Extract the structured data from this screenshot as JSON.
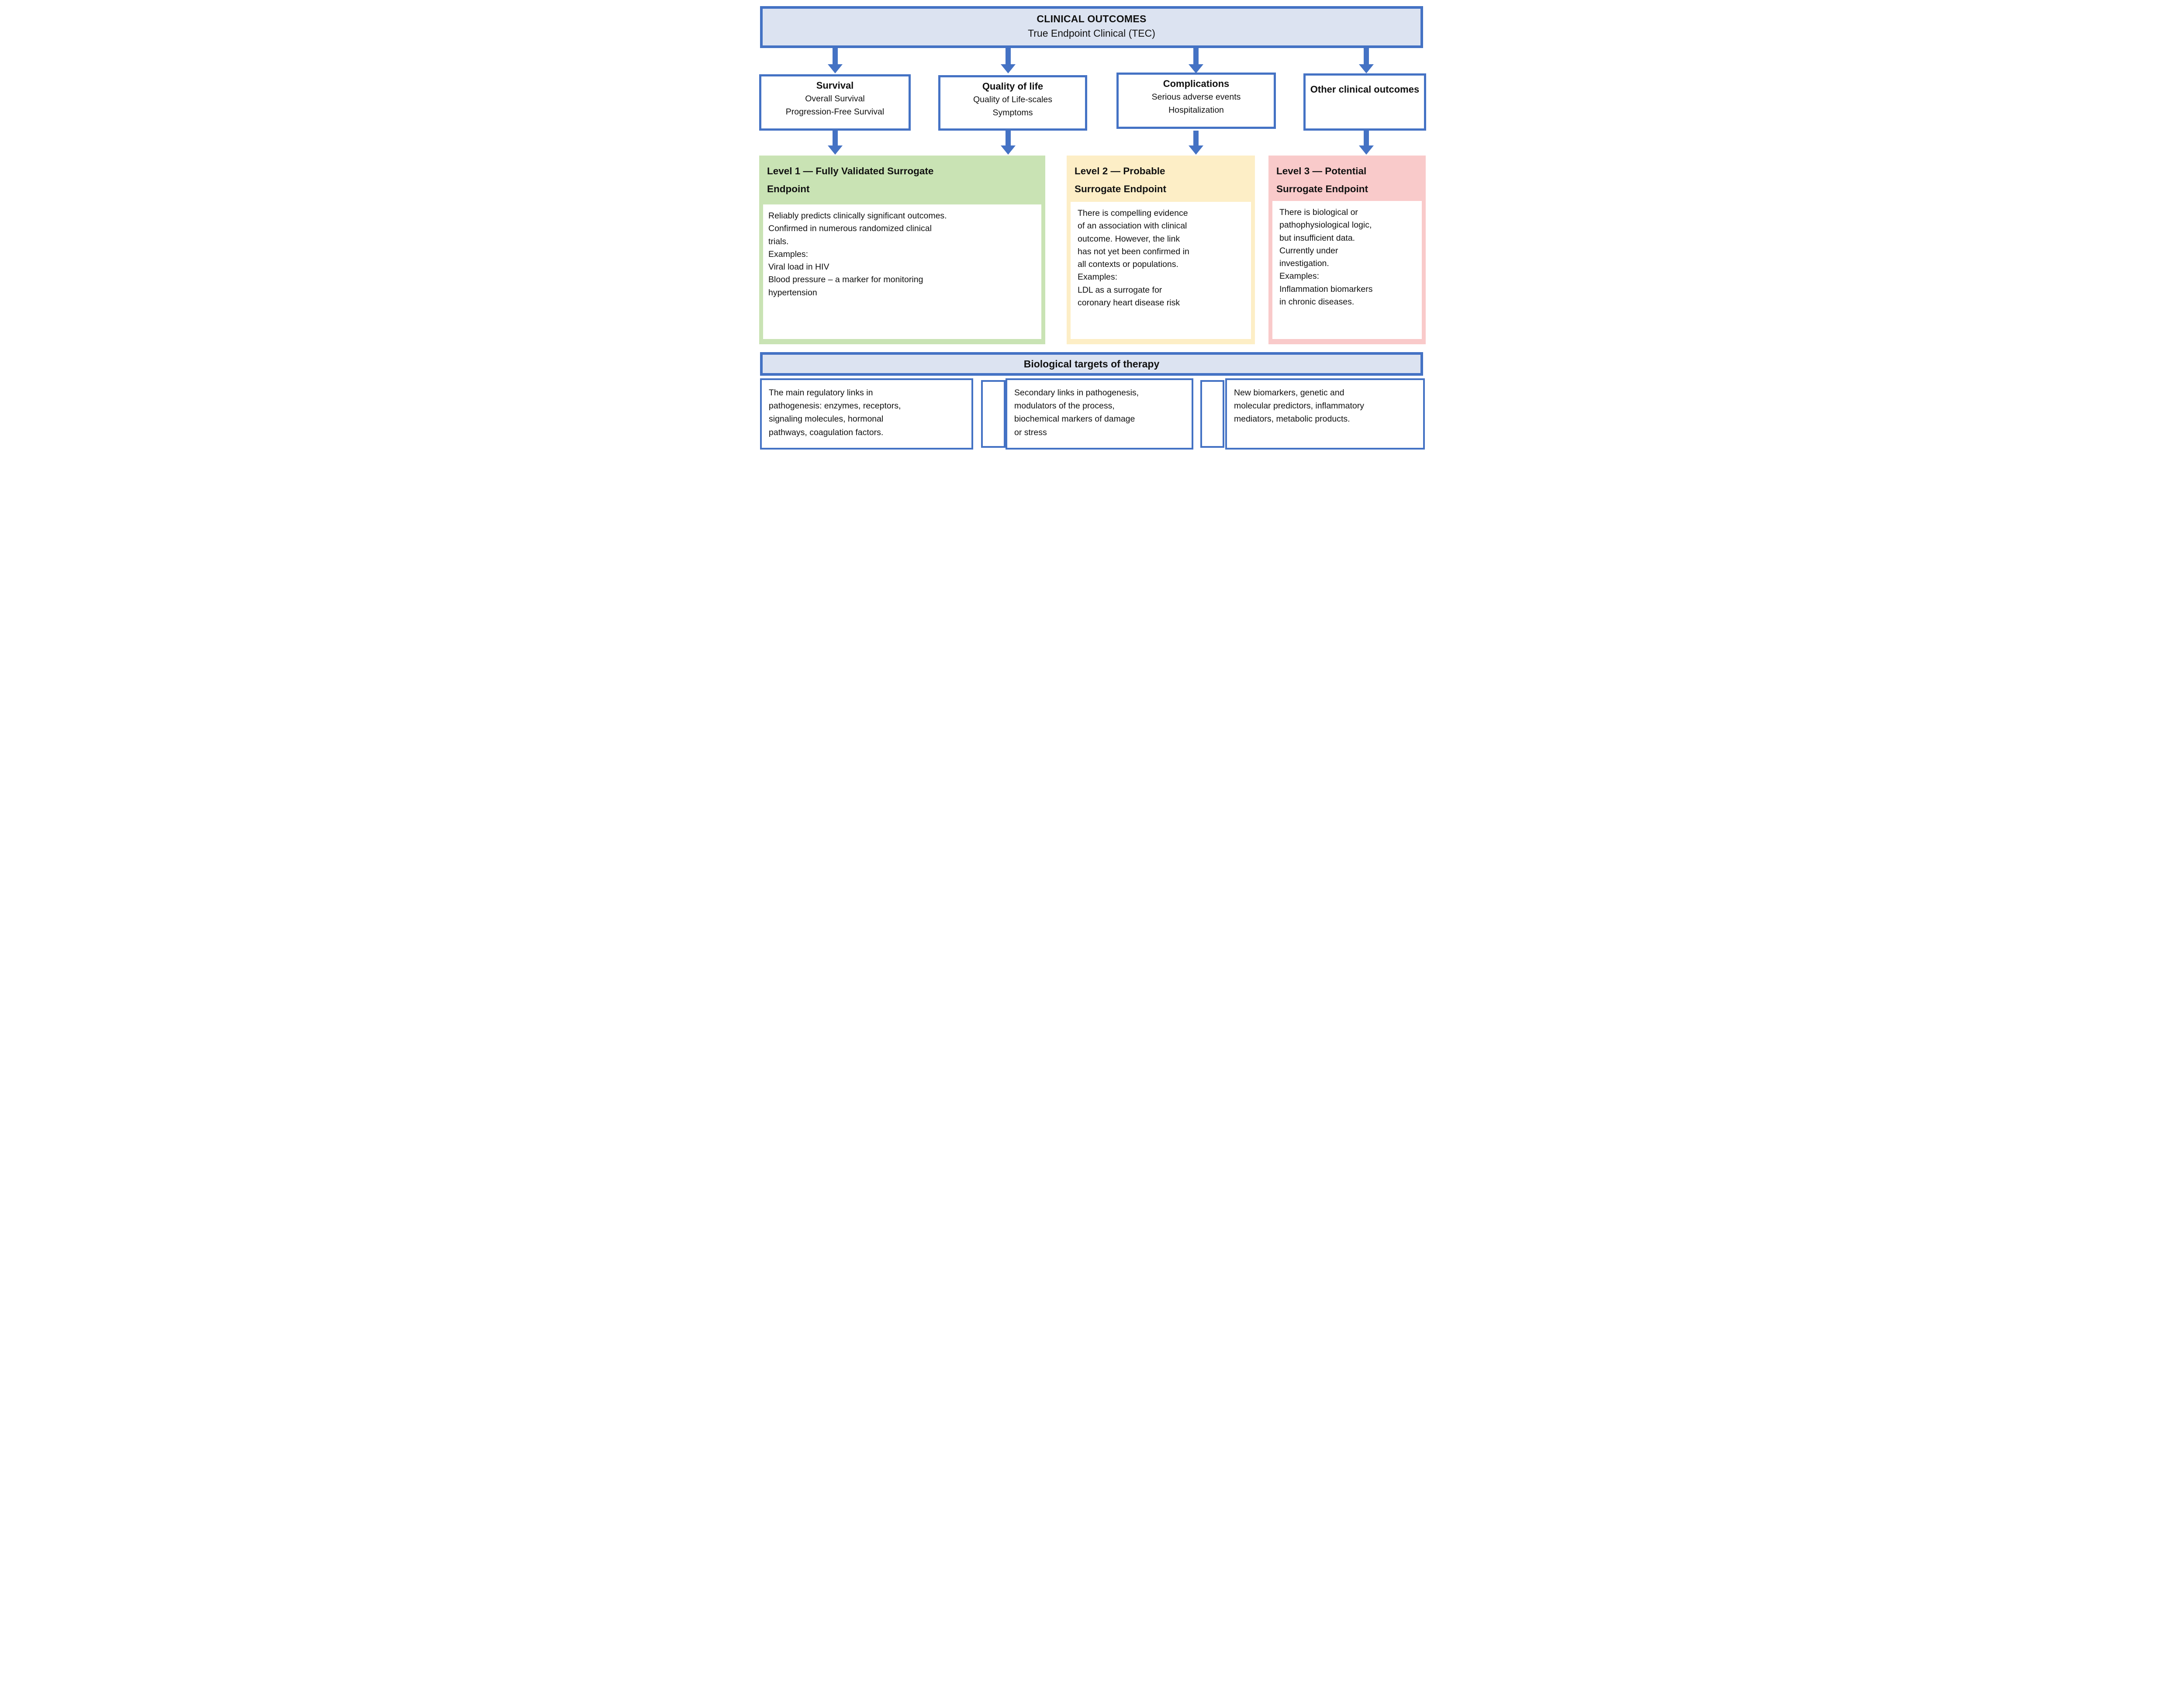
{
  "palette": {
    "border_blue": "#4472c4",
    "arrow_blue": "#4472c4",
    "banner_fill": "#dce3f1",
    "level1_green": "#c9e3b4",
    "level2_yellow": "#fdeec6",
    "level3_pink": "#f9caca",
    "box_fill": "#ffffff",
    "text": "#111111"
  },
  "top_banner": {
    "title": "CLINICAL OUTCOMES",
    "subtitle": "True Endpoint Clinical (TEC)"
  },
  "outcome_boxes": [
    {
      "title": "Survival",
      "lines": [
        "Overall Survival",
        "Progression-Free Survival"
      ]
    },
    {
      "title": "Quality of life",
      "lines": [
        "Quality of Life-scales",
        "Symptoms"
      ]
    },
    {
      "title": "Complications",
      "lines": [
        "Serious adverse events",
        "Hospitalization"
      ]
    },
    {
      "title": "Other clinical outcomes",
      "lines": []
    }
  ],
  "levels": [
    {
      "title_lines": [
        "Level 1 — Fully Validated Surrogate",
        "Endpoint"
      ],
      "body_lines": [
        "Reliably predicts clinically significant outcomes.",
        "Confirmed in numerous randomized clinical",
        "trials.",
        "Examples:",
        "Viral load in HIV",
        "Blood pressure – a marker for monitoring",
        "hypertension"
      ]
    },
    {
      "title_lines": [
        "Level 2 — Probable",
        "Surrogate Endpoint"
      ],
      "body_lines": [
        "There is compelling evidence",
        "of an association with clinical",
        "outcome. However, the link",
        "has not yet been confirmed in",
        "all contexts or populations.",
        "Examples:",
        "LDL as a surrogate for",
        "coronary heart disease risk"
      ]
    },
    {
      "title_lines": [
        "Level 3 — Potential",
        "Surrogate Endpoint"
      ],
      "body_lines": [
        "There is biological or",
        "pathophysiological logic,",
        "but insufficient data.",
        "Currently under",
        "investigation.",
        "Examples:",
        "Inflammation biomarkers",
        "in chronic diseases."
      ]
    }
  ],
  "bottom_banner": {
    "title": "Biological targets of therapy"
  },
  "target_boxes": [
    {
      "lines": [
        "The main regulatory links in",
        "pathogenesis: enzymes, receptors,",
        "signaling molecules, hormonal",
        "pathways, coagulation factors."
      ]
    },
    {
      "lines": [
        "Secondary links in pathogenesis,",
        "modulators of the process,",
        "biochemical markers of damage",
        "or stress"
      ]
    },
    {
      "lines": [
        "New biomarkers, genetic and",
        "molecular predictors, inflammatory",
        "mediators, metabolic products."
      ]
    }
  ]
}
